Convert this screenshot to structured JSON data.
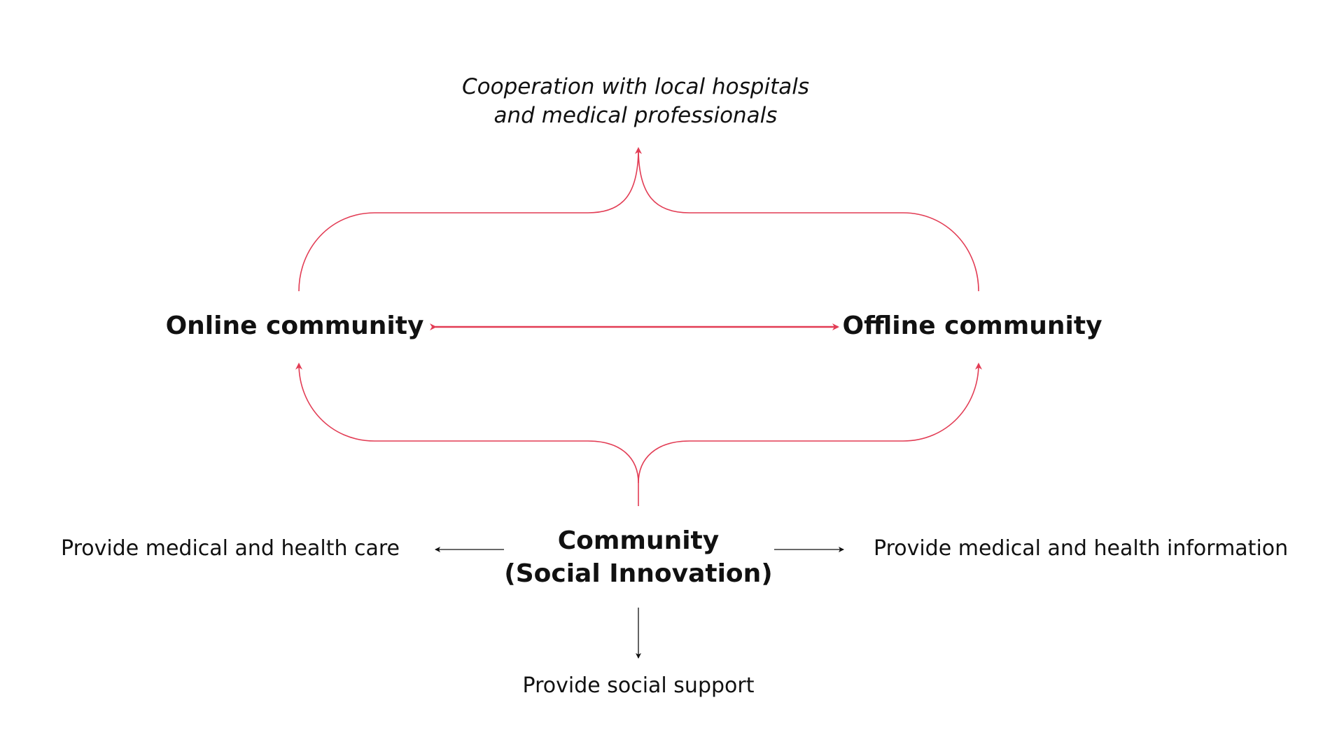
{
  "top_note": {
    "line1": "Cooperation with local hospitals",
    "line2": "and medical professionals"
  },
  "nodes": {
    "online": "Online community",
    "offline": "Offline community",
    "community_line1": "Community",
    "community_line2": "(Social Innovation)"
  },
  "outputs": {
    "left": "Provide medical and health care",
    "right": "Provide medical and health information",
    "bottom": "Provide social support"
  },
  "colors": {
    "accent": "#E23C54",
    "text": "#111111"
  }
}
